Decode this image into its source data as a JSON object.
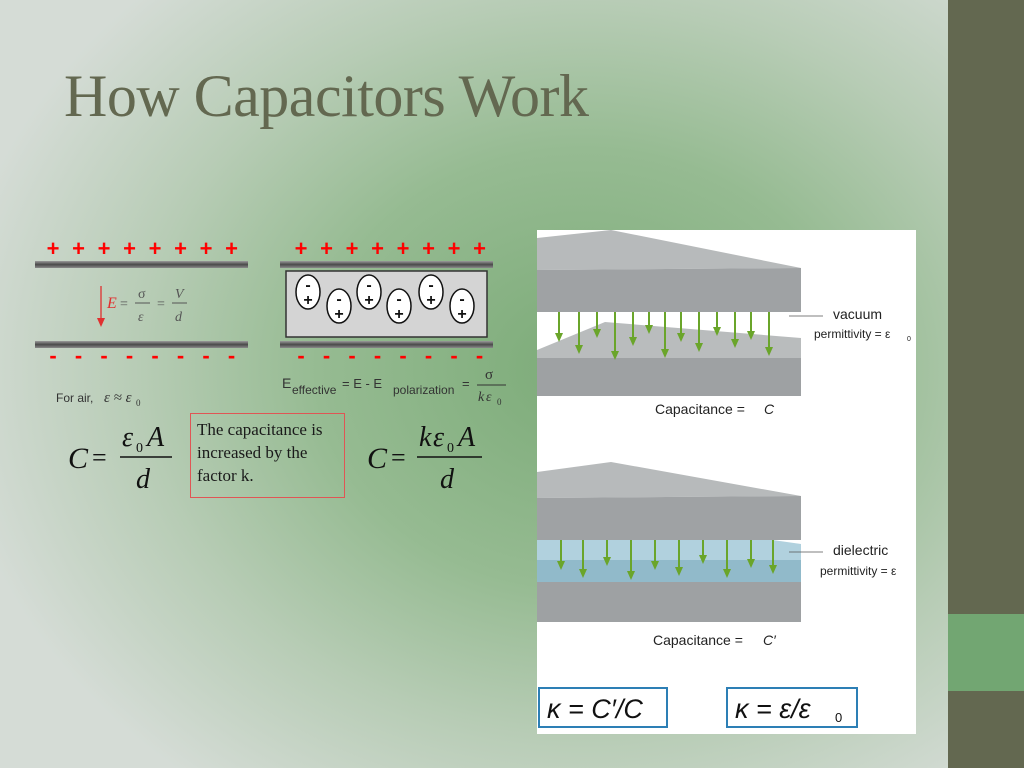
{
  "slide": {
    "title": "How Capacitors Work",
    "colors": {
      "title": "#636850",
      "sidebar": "#636850",
      "sidebar_accent": "#72a672",
      "plus": "#ff0000",
      "arrow": "#6aa52a"
    }
  },
  "left_figure": {
    "plus_sign": "+",
    "minus_sign": "-",
    "field_eq": {
      "E": "E",
      "eq": "=",
      "sigma": "σ",
      "eps": "ε",
      "V": "V",
      "d": "d"
    },
    "dipole_signs": {
      "neg": "-",
      "pos": "+"
    },
    "air_label": "For air,",
    "air_eq": "ε ≈ ε",
    "air_sub": "0",
    "effective": {
      "E": "E",
      "effective_sub": "effective",
      "mid": " = E - E",
      "polarization_sub": "polarization",
      "eq": "=",
      "sigma": "σ",
      "k": "k",
      "eps": "ε",
      "zero": "0"
    },
    "formula_vacuum": {
      "C": "C",
      "eq": "=",
      "eps": "ε",
      "zero": "0",
      "A": "A",
      "d": "d"
    },
    "formula_dielectric": {
      "C": "C",
      "eq": "=",
      "k": "k",
      "eps": "ε",
      "zero": "0",
      "A": "A",
      "d": "d"
    },
    "note": "The capacitance is increased by the factor k."
  },
  "right_figure": {
    "vacuum_label": "vacuum",
    "vacuum_perm": "permittivity = ε",
    "vacuum_perm_sub": "0",
    "cap_vacuum": "Capacitance = ",
    "cap_vacuum_var": "C",
    "dielectric_label": "dielectric",
    "dielectric_perm": "permittivity = ε",
    "cap_dielectric": "Capacitance = ",
    "cap_dielectric_var": "C′",
    "kappa1": "κ = C′/C",
    "kappa2": "κ = ε/ε",
    "kappa2_sub": "0"
  }
}
